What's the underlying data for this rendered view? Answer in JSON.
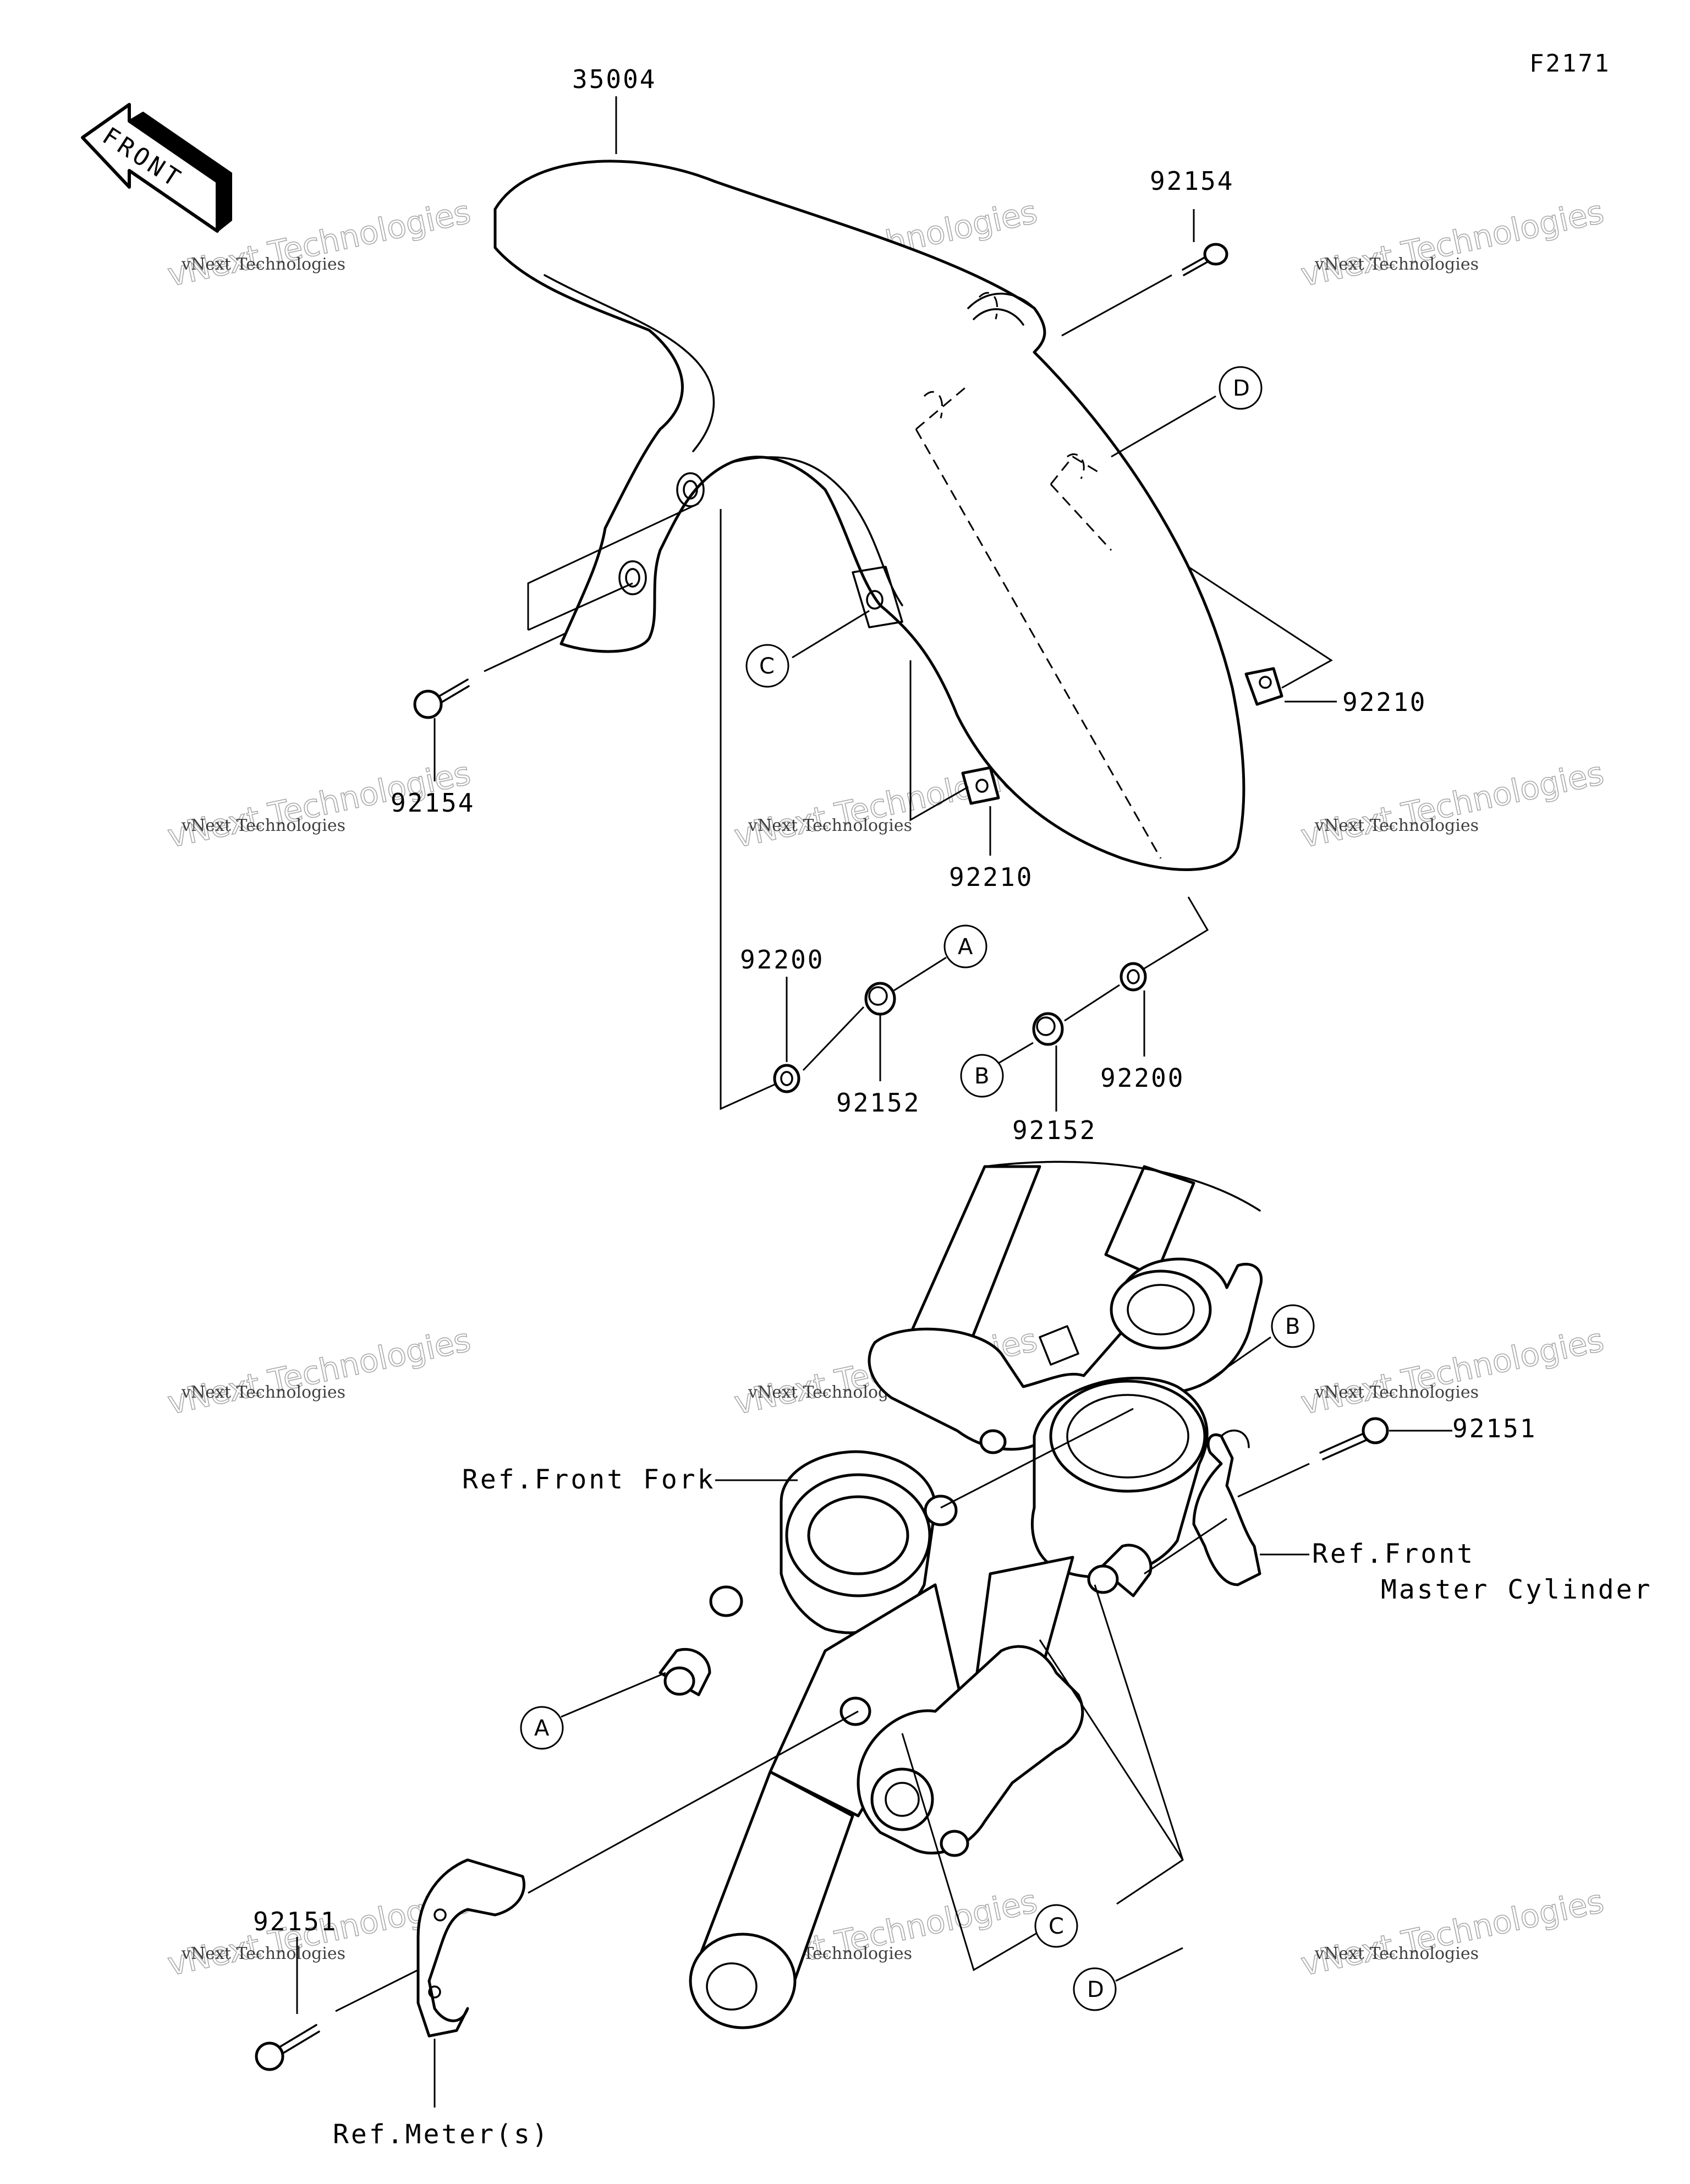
{
  "figure_code": "F2171",
  "front_arrow": {
    "label": "FRONT"
  },
  "parts": {
    "fender": "35004",
    "bolt_top_right": "92154",
    "bolt_left": "92154",
    "nut_right": "92210",
    "nut_center": "92210",
    "washer_left": "92200",
    "collar_left": "92152",
    "collar_right": "92152",
    "washer_right": "92200",
    "bolt_master_cylinder": "92151",
    "bolt_meter": "92151"
  },
  "references": {
    "front_fork": "Ref.Front Fork",
    "master_cylinder_line1": "Ref.Front",
    "master_cylinder_line2": "Master Cylinder",
    "meter": "Ref.Meter(s)"
  },
  "callouts": {
    "a": "A",
    "b": "B",
    "c": "C",
    "d": "D"
  },
  "watermark": {
    "line1": "vNext Technologies",
    "line2": "vNext Technologies"
  }
}
